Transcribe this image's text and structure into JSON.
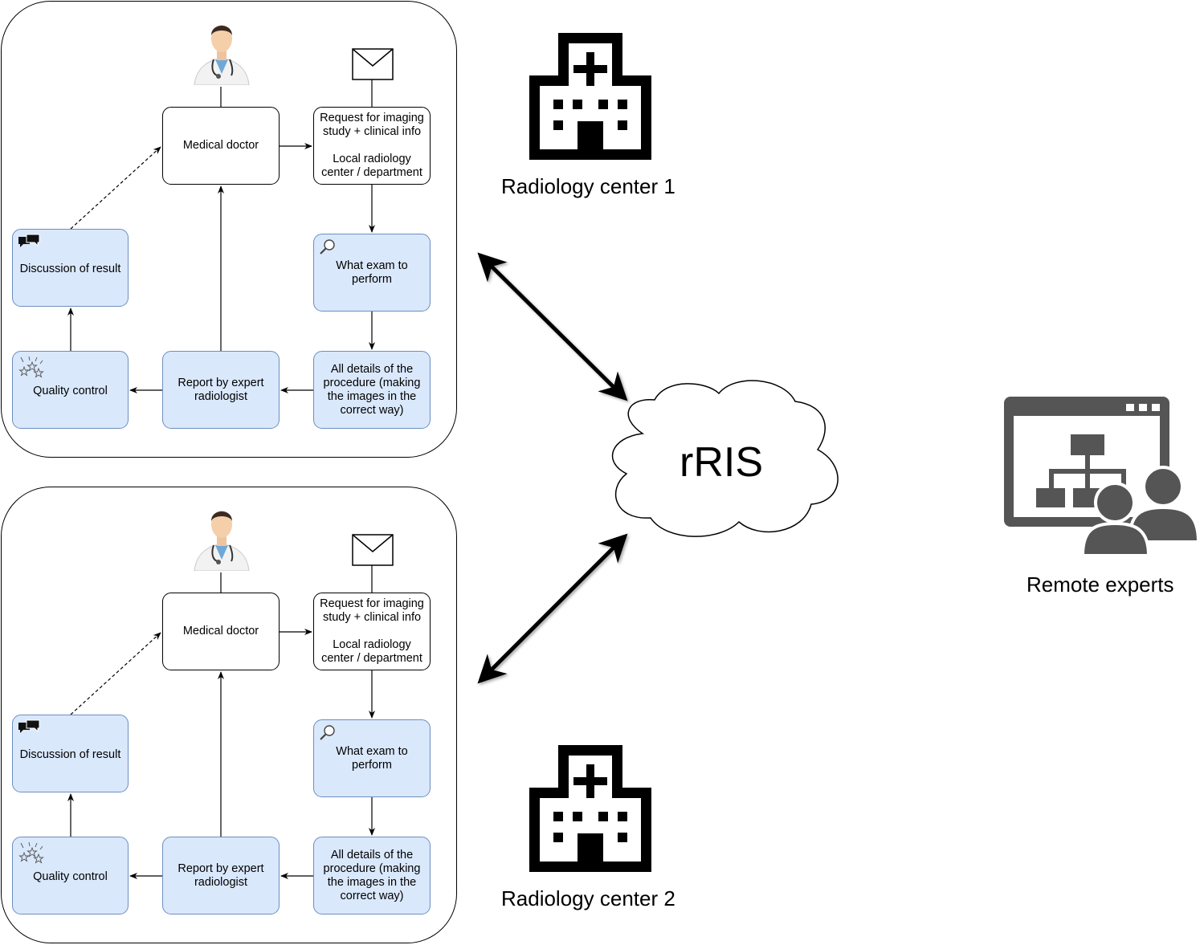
{
  "centers": [
    {
      "name": "Radiology center 1",
      "nodes": {
        "medical_doctor": "Medical doctor",
        "request": "Request for imaging\nstudy + clinical info\n\nLocal radiology\ncenter / department",
        "what_exam": "What exam to\nperform",
        "all_details": "All details of the\nprocedure (making\nthe images in the\ncorrect way)",
        "report": "Report by expert\nradiologist",
        "quality_control": "Quality control",
        "discussion": "Discussion of result"
      }
    },
    {
      "name": "Radiology center 2",
      "nodes": {
        "medical_doctor": "Medical doctor",
        "request": "Request for imaging\nstudy + clinical info\n\nLocal radiology\ncenter / department",
        "what_exam": "What exam to\nperform",
        "all_details": "All details of the\nprocedure (making\nthe images in the\ncorrect way)",
        "report": "Report by expert\nradiologist",
        "quality_control": "Quality control",
        "discussion": "Discussion of result"
      }
    }
  ],
  "hub": {
    "label": "rRIS",
    "icon": "cloud-icon"
  },
  "remote": {
    "label": "Remote experts",
    "icon": "remote-experts-icon"
  },
  "icons": {
    "doctor": "doctor-icon",
    "request": "envelope-icon",
    "what_exam": "magnifier-icon",
    "quality_control": "stars-icon",
    "discussion": "chat-bubbles-icon",
    "center": "hospital-icon"
  },
  "colors": {
    "process_fill": "#dae8fc",
    "process_stroke": "#6c8ebf",
    "icon_dark": "#555555"
  }
}
